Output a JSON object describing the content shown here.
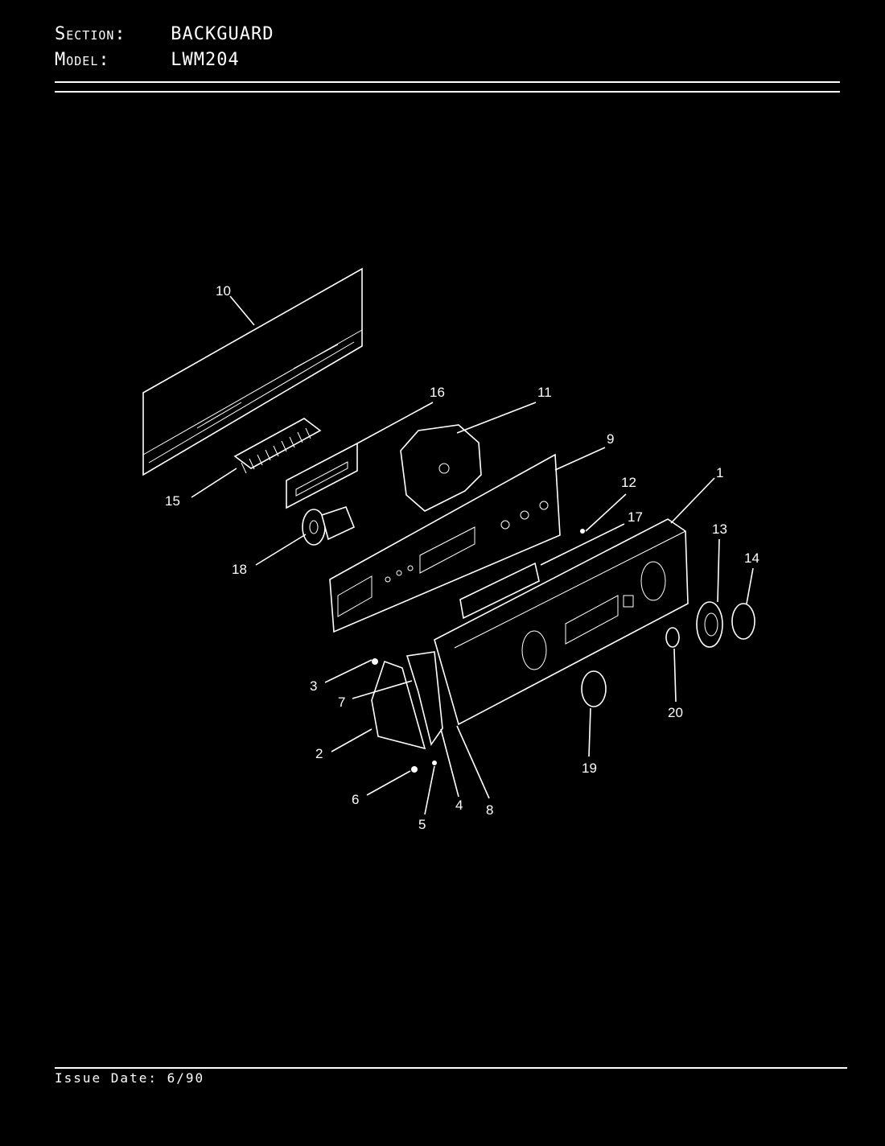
{
  "header": {
    "section_key": "Section:",
    "section_value": "BACKGUARD",
    "model_key": "Model:",
    "model_value": "LWM204"
  },
  "footer": {
    "issue_date": "Issue Date: 6/90"
  },
  "callouts": [
    "1",
    "2",
    "3",
    "4",
    "5",
    "6",
    "7",
    "8",
    "9",
    "10",
    "11",
    "12",
    "13",
    "14",
    "15",
    "16",
    "17",
    "18",
    "19",
    "20"
  ]
}
